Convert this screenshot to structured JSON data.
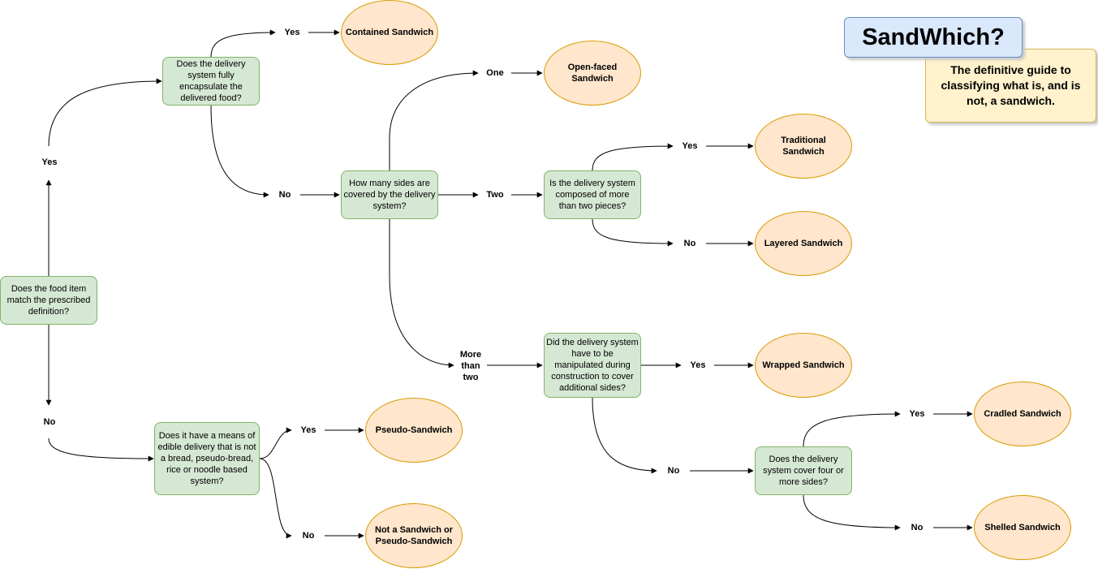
{
  "title": "SandWhich?",
  "subtitle": "The definitive guide to classifying what is, and is not, a sandwich.",
  "questions": {
    "definition": "Does the food item match the prescribed definition?",
    "encapsulate": "Does the delivery system fully encapsulate the delivered food?",
    "sides": "How many sides are covered by the delivery system?",
    "pieces": "Is the delivery system composed of more than two pieces?",
    "manipulated": "Did the delivery system have to be manipulated during construction to cover additional sides?",
    "four_sides": "Does the delivery system cover four or more sides?",
    "edible": "Does it have a means of edible delivery that is not a bread, pseudo-bread, rice or noodle based system?"
  },
  "results": {
    "contained": "Contained Sandwich",
    "open_faced": "Open-faced Sandwich",
    "traditional": "Traditional Sandwich",
    "layered": "Layered Sandwich",
    "wrapped": "Wrapped Sandwich",
    "cradled": "Cradled Sandwich",
    "shelled": "Shelled Sandwich",
    "pseudo": "Pseudo-Sandwich",
    "not_sandwich": "Not a Sandwich or Pseudo-Sandwich"
  },
  "labels": {
    "def_yes": "Yes",
    "def_no": "No",
    "enc_yes": "Yes",
    "enc_no": "No",
    "one": "One",
    "two": "Two",
    "more_than_two": "More than two",
    "pieces_yes": "Yes",
    "pieces_no": "No",
    "manip_yes": "Yes",
    "manip_no": "No",
    "four_yes": "Yes",
    "four_no": "No",
    "edible_yes": "Yes",
    "edible_no": "No"
  },
  "colors": {
    "question_fill": "#d5e8d4",
    "question_stroke": "#82b366",
    "result_fill": "#ffe6cc",
    "result_stroke": "#d79b00",
    "title_fill": "#dae8fc",
    "subtitle_fill": "#fff2cc"
  }
}
